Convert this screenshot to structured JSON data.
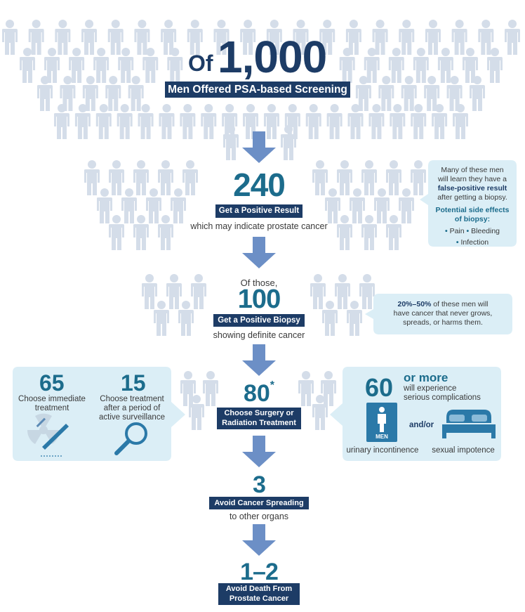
{
  "header": {
    "of": "Of",
    "number": "1,000",
    "label": "Men Offered PSA-based Screening"
  },
  "step1": {
    "number": "240",
    "label": "Get a Positive Result",
    "sub": "which may indicate prostate cancer"
  },
  "callout1": {
    "line1": "Many of these men",
    "line2": "will learn they have a",
    "highlight": "false-positive result",
    "line3": "after getting a biopsy.",
    "heading1": "Potential side effects",
    "heading2": "of biopsy:",
    "item1": "Pain",
    "item2": "Bleeding",
    "item3": "Infection",
    "bullet": "•"
  },
  "step2": {
    "pre1": "Of those,",
    "number": "100",
    "label": "Get a Positive Biopsy",
    "sub": "showing definite cancer"
  },
  "callout2": {
    "percent": "20%–50%",
    "line1": "of these men will",
    "line2": "have cancer that never grows,",
    "line3": "spreads, or harms them."
  },
  "step3": {
    "number": "80",
    "asterisk": "*",
    "label1": "Choose Surgery or",
    "label2": "Radiation Treatment"
  },
  "left_panel": {
    "a_number": "65",
    "a_line1": "Choose immediate",
    "a_line2": "treatment",
    "b_number": "15",
    "b_line1": "Choose treatment",
    "b_line2": "after a period of",
    "b_line3": "active surveillance"
  },
  "right_panel": {
    "number": "60",
    "or_more": "or more",
    "line1": "will experience",
    "line2": "serious complications",
    "men_label": "MEN",
    "andor": "and/or",
    "label_a": "urinary incontinence",
    "label_b": "sexual impotence"
  },
  "step4": {
    "number": "3",
    "label": "Avoid Cancer Spreading",
    "sub": "to other organs"
  },
  "step5": {
    "number": "1–2",
    "label1": "Avoid Death From",
    "label2": "Prostate Cancer"
  },
  "colors": {
    "navy": "#1d3c66",
    "teal": "#1c6c8c",
    "person": "#d4dde9",
    "arrow": "#6c8fc6",
    "callout": "#dbeef6"
  }
}
